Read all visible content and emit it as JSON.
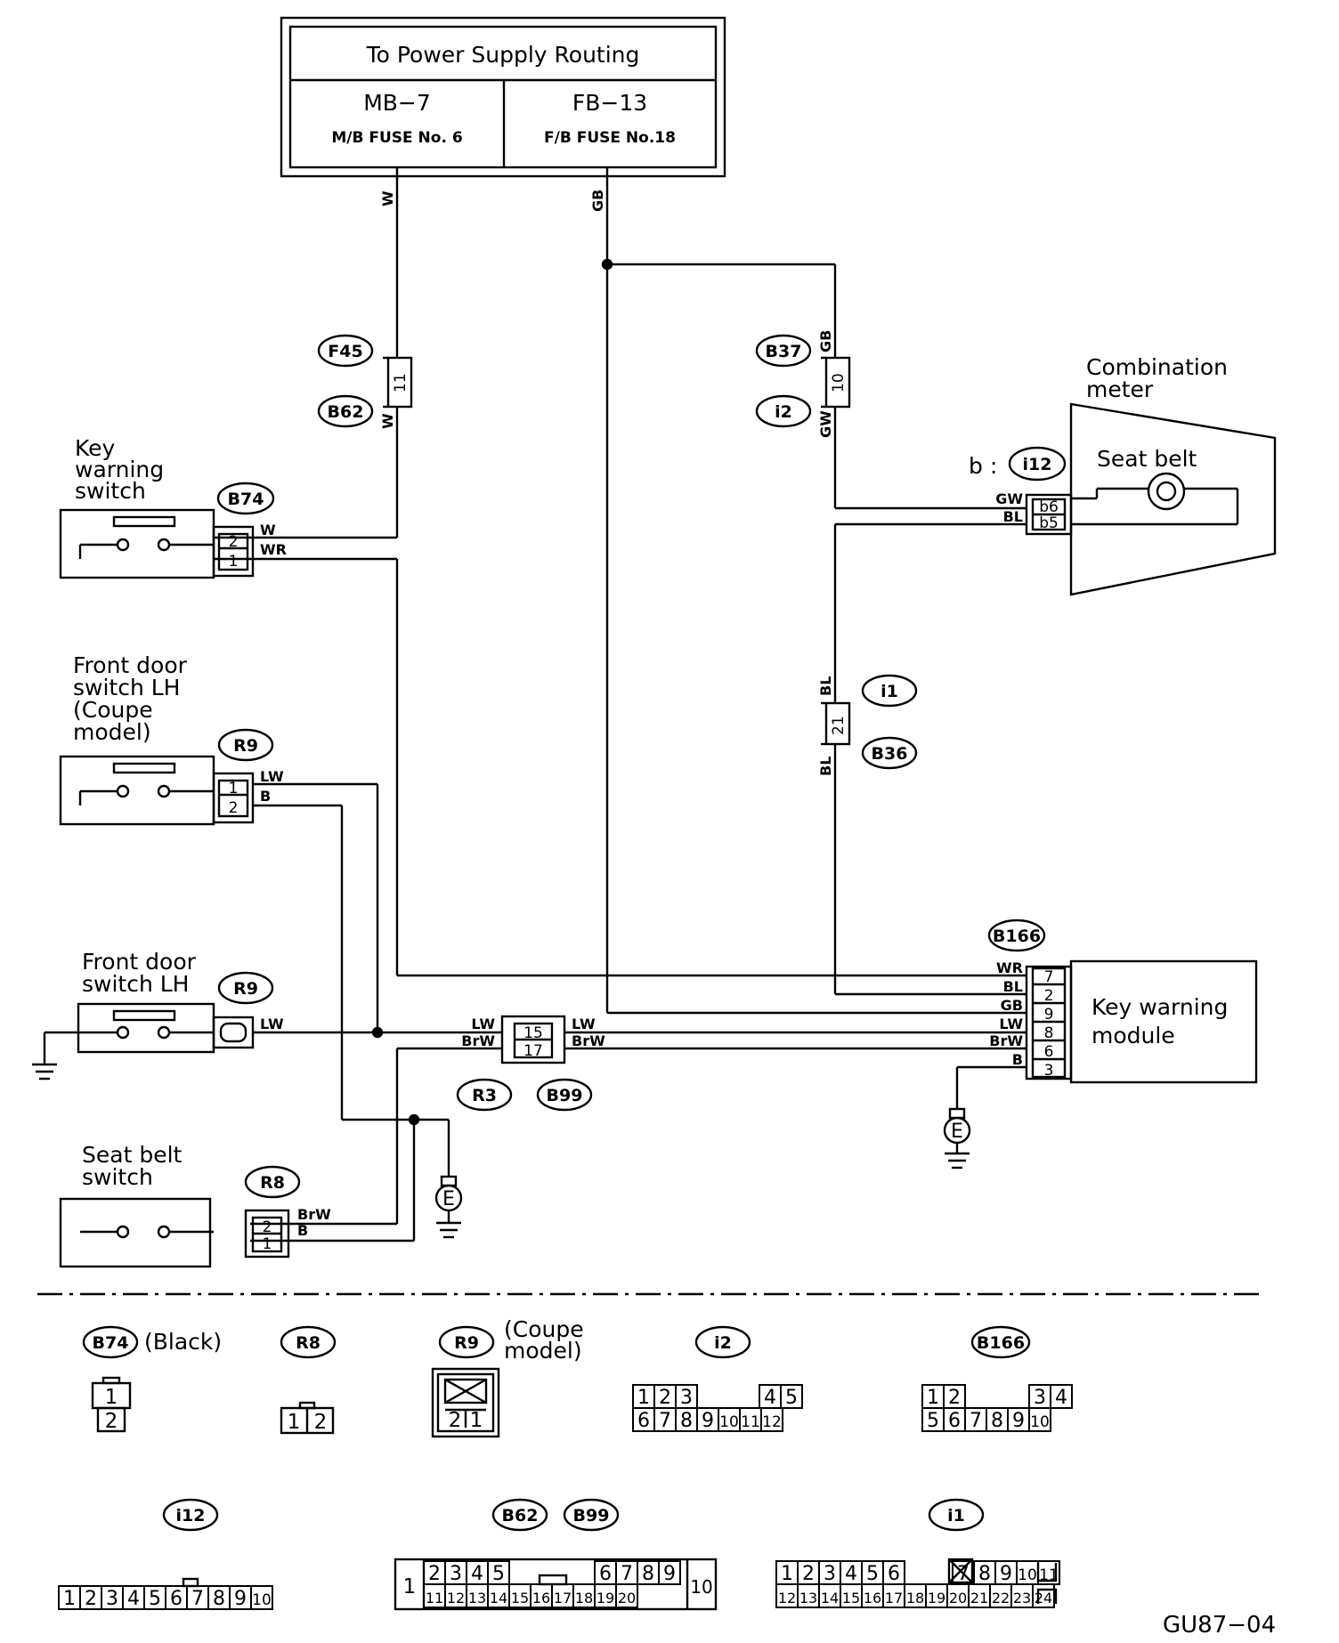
{
  "power_box": {
    "title": "To Power Supply Routing",
    "left_code": "MB−7",
    "left_fuse": "M/B FUSE No. 6",
    "right_code": "FB−13",
    "right_fuse": "F/B FUSE No.18"
  },
  "wires": {
    "w": "W",
    "gb": "GB",
    "gw": "GW",
    "bl": "BL",
    "wr": "WR",
    "lw": "LW",
    "b": "B",
    "brw": "BrW"
  },
  "connector_tags": {
    "f45": "F45",
    "b62": "B62",
    "b37": "B37",
    "i2": "i2",
    "i12": "i12",
    "i1": "i1",
    "b36": "B36",
    "b74": "B74",
    "r9": "R9",
    "r3": "R3",
    "b99": "B99",
    "r8": "R8",
    "b166": "B166"
  },
  "inline_pins": {
    "f45_b62": "11",
    "b37_i2": "10",
    "i1_b36": "21",
    "r3_b99_top": "15",
    "r3_b99_bottom": "17"
  },
  "components": {
    "key_warning_switch": [
      "Key",
      "warning",
      "switch"
    ],
    "front_door_coupe": [
      "Front door",
      "switch LH",
      "(Coupe",
      "model)"
    ],
    "front_door": [
      "Front door",
      "switch LH"
    ],
    "seat_belt_switch": [
      "Seat belt",
      "switch"
    ],
    "combination_meter": [
      "Combination",
      "meter"
    ],
    "seat_belt_label": "Seat belt",
    "meter_prefix": "b :",
    "key_warning_module": [
      "Key warning",
      "module"
    ],
    "ground": "E"
  },
  "pins": {
    "kws_top": "2",
    "kws_bottom": "1",
    "fdc_top": "1",
    "fdc_bottom": "2",
    "meter_top": "b6",
    "meter_bottom": "b5",
    "sbs_top": "2",
    "sbs_bottom": "1",
    "module": [
      "7",
      "2",
      "9",
      "8",
      "6",
      "3"
    ],
    "module_wires": [
      "WR",
      "BL",
      "GB",
      "LW",
      "BrW",
      "B"
    ]
  },
  "legend": {
    "b74": {
      "tag": "B74",
      "note": "(Black)",
      "pins": [
        "1",
        "2"
      ]
    },
    "r8": {
      "tag": "R8",
      "pins": [
        "1",
        "2"
      ]
    },
    "r9": {
      "tag": "R9",
      "note": [
        "(Coupe",
        "model)"
      ],
      "pins": [
        "2",
        "1"
      ]
    },
    "i2": {
      "tag": "i2",
      "row1": [
        "1",
        "2",
        "3",
        "4",
        "5"
      ],
      "row2": [
        "6",
        "7",
        "8",
        "9",
        "10",
        "11",
        "12"
      ]
    },
    "b166": {
      "tag": "B166",
      "row1": [
        "1",
        "2",
        "3",
        "4"
      ],
      "row2": [
        "5",
        "6",
        "7",
        "8",
        "9",
        "10"
      ]
    },
    "i12": {
      "tag": "i12",
      "row": [
        "1",
        "2",
        "3",
        "4",
        "5",
        "6",
        "7",
        "8",
        "9",
        "10"
      ]
    },
    "b62_b99": {
      "tags": [
        "B62",
        "B99"
      ],
      "first": "1",
      "row1": [
        "2",
        "3",
        "4",
        "5",
        "6",
        "7",
        "8",
        "9"
      ],
      "row2": [
        "11",
        "12",
        "13",
        "14",
        "15",
        "16",
        "17",
        "18",
        "19",
        "20"
      ],
      "last": "10"
    },
    "i1": {
      "tag": "i1",
      "row1": [
        "1",
        "2",
        "3",
        "4",
        "5",
        "6",
        "7",
        "8",
        "9",
        "10",
        "11"
      ],
      "row2": [
        "12",
        "13",
        "14",
        "15",
        "16",
        "17",
        "18",
        "19",
        "20",
        "21",
        "22",
        "23",
        "24"
      ]
    }
  },
  "figure_code": "GU87−04"
}
